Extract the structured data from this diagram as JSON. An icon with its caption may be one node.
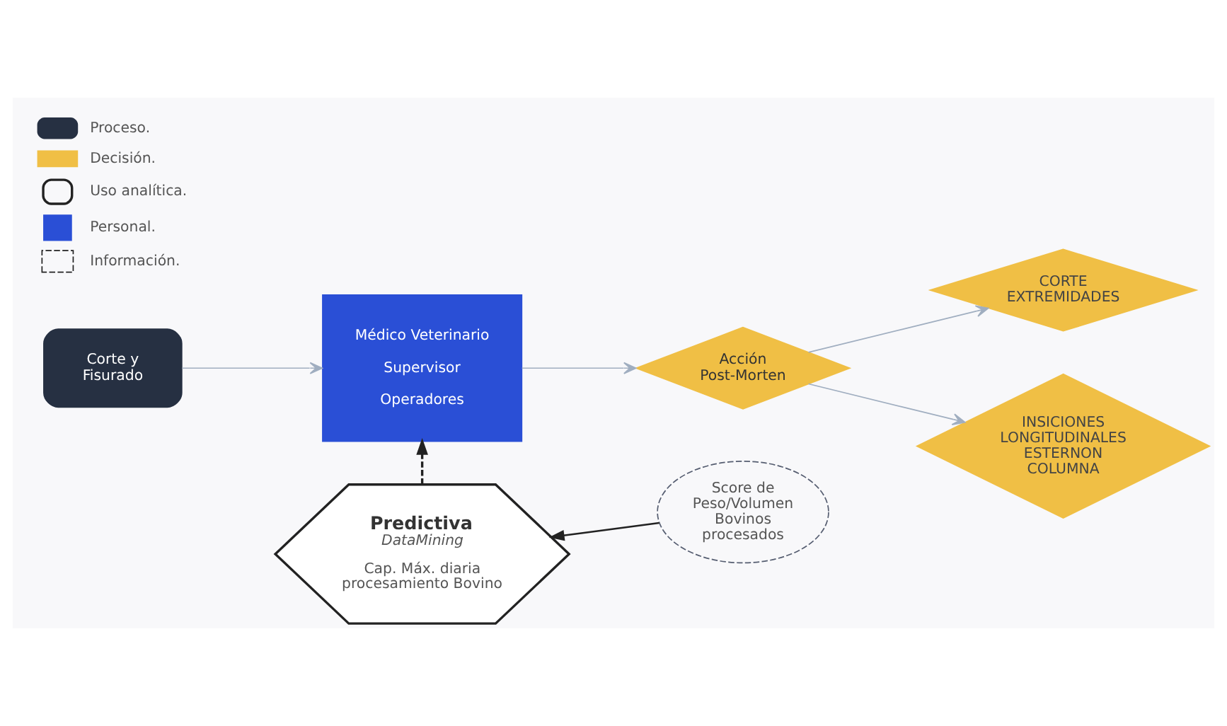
{
  "diagram": {
    "nodes": [
      {
        "text": [
          "Corte y Fisurado"
        ]
      },
      {
        "text": [
          "Médico Veterinario",
          "Supervisor",
          "Operadores"
        ]
      },
      {
        "text": [
          "Acción Post-Morten"
        ]
      },
      {
        "text": [
          "CORTE EXTREMIDADES"
        ]
      },
      {
        "text": [
          "INSICIONES LONGITUDINALES ESTERNON COLUMNA"
        ]
      },
      {
        "text": [
          "Predictiva",
          "DataMining",
          "Cap. Máx. diaria procesamiento Bovino"
        ]
      },
      {
        "text": [
          "Score de Peso/Volumen Bovinos procesados"
        ]
      }
    ],
    "edges": [
      {
        "from": 0,
        "to": 1,
        "arrow": "to"
      },
      {
        "from": 1,
        "to": 2,
        "arrow": "to"
      },
      {
        "from": 2,
        "to": 3,
        "arrow": "to"
      },
      {
        "from": 2,
        "to": 4,
        "arrow": "to"
      },
      {
        "from": 5,
        "to": 1,
        "arrow": "to",
        "style": "dashed",
        "color": "#222222"
      },
      {
        "from": 6,
        "to": 5,
        "arrow": "to",
        "color": "#222222"
      }
    ],
    "legend": [
      {
        "text": "Proceso.",
        "color": "#263042"
      },
      {
        "text": "Decisión.",
        "color": "#f0bf45"
      },
      {
        "text": "Uso analítica."
      },
      {
        "text": "Personal.",
        "color": "#2a4fd6"
      },
      {
        "text": "Información."
      }
    ]
  }
}
